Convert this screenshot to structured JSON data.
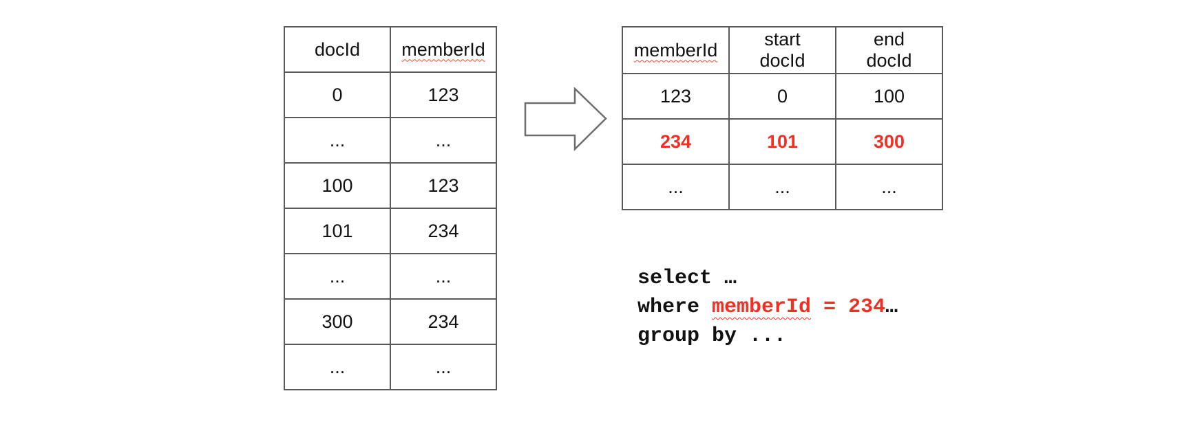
{
  "colors": {
    "accent_red": "#ee3124",
    "squiggle_red": "#e64a33",
    "table_border_gray": "#5a5a5a",
    "arrow_gray": "#6e6e6e",
    "text_black": "#111111"
  },
  "left_table": {
    "headers": [
      "docId",
      "memberId"
    ],
    "rows": [
      [
        "0",
        "123"
      ],
      [
        "...",
        "..."
      ],
      [
        "100",
        "123"
      ],
      [
        "101",
        "234"
      ],
      [
        "...",
        "..."
      ],
      [
        "300",
        "234"
      ],
      [
        "...",
        "..."
      ]
    ]
  },
  "right_table": {
    "headers": [
      "memberId",
      "start\ndocId",
      "end\ndocId"
    ],
    "rows": [
      [
        "123",
        "0",
        "100"
      ],
      [
        "234",
        "101",
        "300"
      ],
      [
        "...",
        "...",
        "..."
      ]
    ],
    "highlighted_row_index": 1
  },
  "icons": {
    "arrow": "right-arrow"
  },
  "code": {
    "line1": {
      "keyword": "select",
      "rest": " …"
    },
    "line2": {
      "keyword": "where ",
      "field": "memberId",
      "comparison": " = 234",
      "trailing": "…"
    },
    "line3": {
      "text": "group by ..."
    }
  }
}
